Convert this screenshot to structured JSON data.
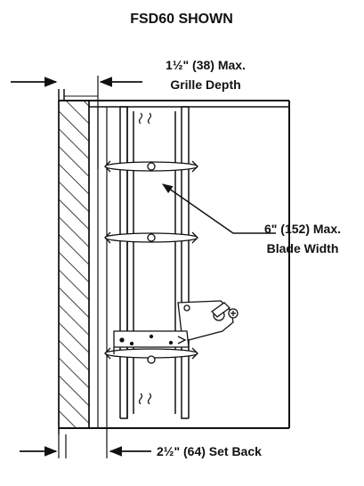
{
  "title": "FSD60 SHOWN",
  "callouts": {
    "grille_depth": {
      "line1": "1½\" (38) Max.",
      "line2": "Grille Depth"
    },
    "blade_width": {
      "line1": "6\" (152) Max.",
      "line2": "Blade Width"
    },
    "set_back": {
      "text": "2½\" (64) Set Back"
    }
  },
  "colors": {
    "ink": "#111111",
    "background": "#ffffff"
  }
}
